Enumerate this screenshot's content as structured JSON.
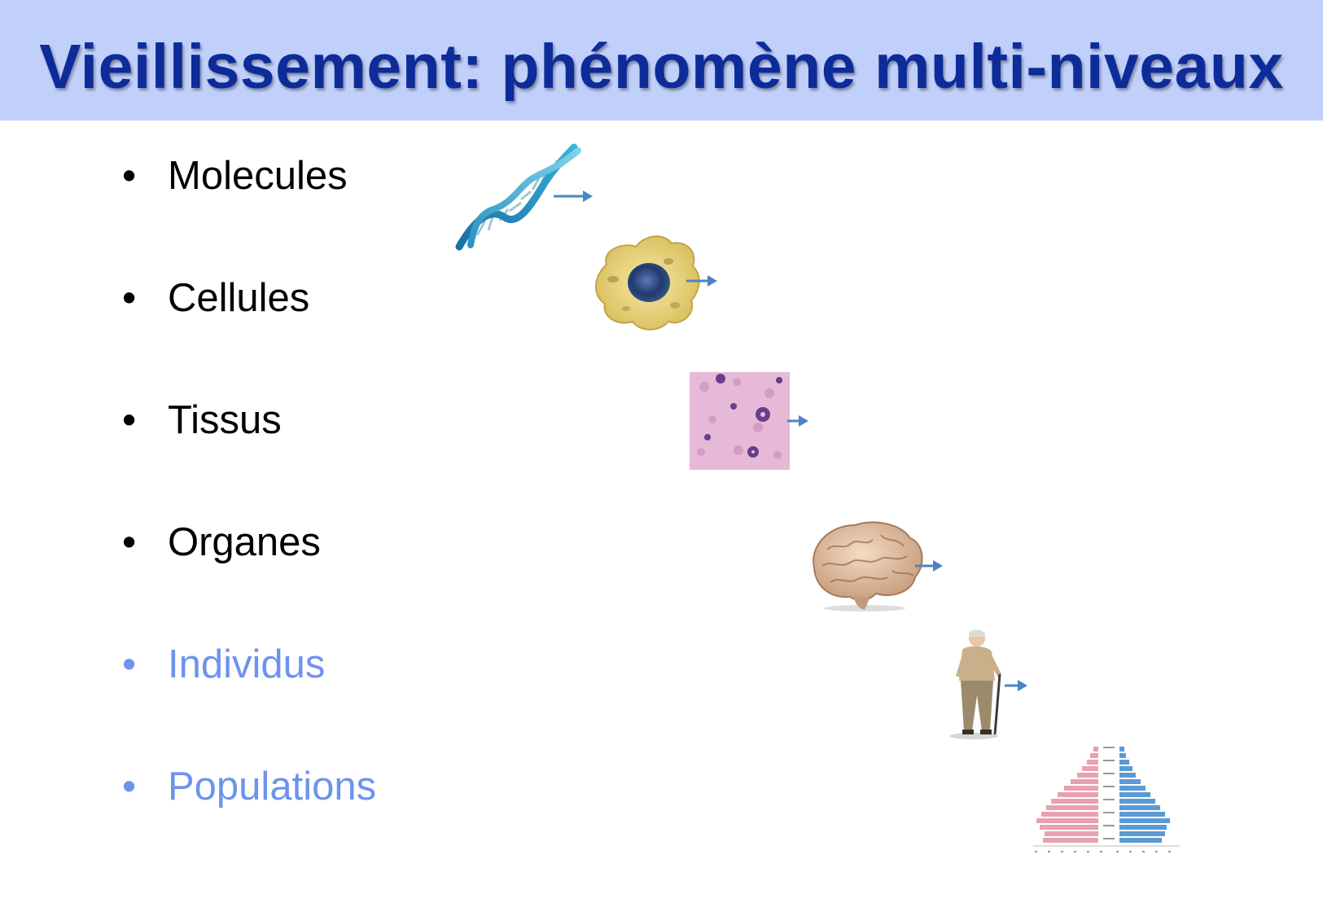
{
  "slide": {
    "title": "Vieillissement: phénomène multi-niveaux",
    "colors": {
      "title_band": "#c1d0fb",
      "title_text": "#0e2b9a",
      "active_text": "#000000",
      "upcoming_text": "#6d93ee",
      "arrow": "#4a84c4"
    },
    "items": [
      {
        "bullet": "•",
        "label": "Molecules",
        "state": "active",
        "illustration": "dna-double-helix-icon"
      },
      {
        "bullet": "•",
        "label": "Cellules",
        "state": "active",
        "illustration": "cell-icon"
      },
      {
        "bullet": "•",
        "label": "Tissus",
        "state": "active",
        "illustration": "tissue-histology-icon"
      },
      {
        "bullet": "•",
        "label": "Organes",
        "state": "active",
        "illustration": "brain-icon"
      },
      {
        "bullet": "•",
        "label": "Individus",
        "state": "upcoming",
        "illustration": "elderly-person-with-cane-icon"
      },
      {
        "bullet": "•",
        "label": "Populations",
        "state": "upcoming",
        "illustration": "population-pyramid-icon"
      }
    ]
  }
}
